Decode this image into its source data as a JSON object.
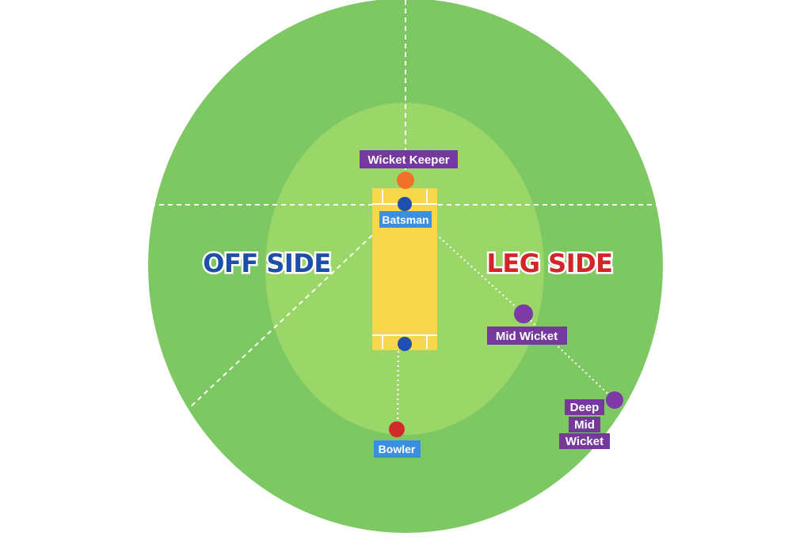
{
  "colors": {
    "outfield": "#7ec864",
    "infield": "#9bd768",
    "pitch": "#f8d84a",
    "off_side": "#1e4fa8",
    "leg_side": "#d32428",
    "batsman_blue": "#1f4fb0",
    "keeper_orange": "#f07127",
    "bowler_red": "#d22a2a",
    "fielder_purple": "#7d3aa6",
    "tag_purple": "#74399a",
    "tag_blue": "#3b8ee0"
  },
  "sides": {
    "off": "OFF SIDE",
    "leg": "LEG SIDE"
  },
  "players": {
    "wicket_keeper": "Wicket Keeper",
    "batsman": "Batsman",
    "bowler": "Bowler",
    "mid_wicket": "Mid Wicket",
    "deep_mid_wicket": [
      "Deep",
      "Mid",
      "Wicket"
    ]
  }
}
